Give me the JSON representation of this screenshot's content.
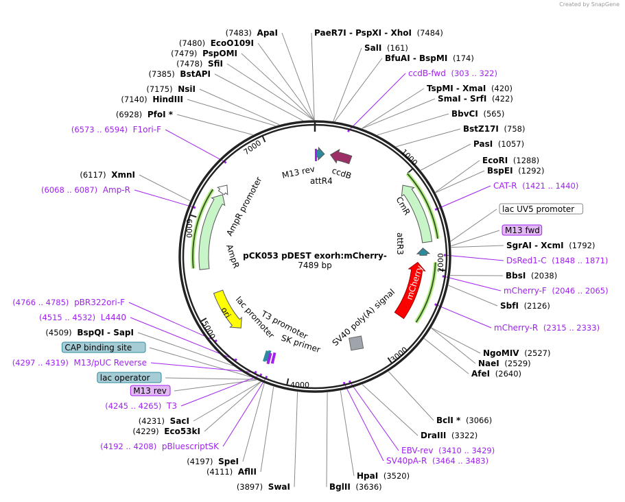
{
  "credit": "Created by SnapGene",
  "plasmid": {
    "name": "pCK053 pDEST exorh:mCherry-",
    "length_label": "7489 bp",
    "length": 7489
  },
  "ticks": [
    "1000",
    "2000",
    "3000",
    "4000",
    "5000",
    "6000",
    "7000"
  ],
  "labels": [
    {
      "type": "enzyme",
      "side": "left",
      "name": "ApaI",
      "pos": 7483,
      "num": "(7483)"
    },
    {
      "type": "enzyme",
      "side": "left",
      "name": "EcoO109I",
      "pos": 7480,
      "num": "(7480)"
    },
    {
      "type": "enzyme",
      "side": "left",
      "name": "PspOMI",
      "pos": 7479,
      "num": "(7479)"
    },
    {
      "type": "enzyme",
      "side": "left",
      "name": "SfiI",
      "pos": 7478,
      "num": "(7478)"
    },
    {
      "type": "enzyme",
      "side": "left",
      "name": "BstAPI",
      "pos": 7385,
      "num": "(7385)"
    },
    {
      "type": "enzyme",
      "side": "left",
      "name": "NsiI",
      "pos": 7175,
      "num": "(7175)"
    },
    {
      "type": "enzyme",
      "side": "left",
      "name": "HindIII",
      "pos": 7140,
      "num": "(7140)"
    },
    {
      "type": "enzyme",
      "side": "left",
      "name": "PfoI *",
      "pos": 6928,
      "num": "(6928)"
    },
    {
      "type": "primer",
      "side": "left",
      "name": "F1ori-F",
      "pos": 6583,
      "num": "(6573 .. 6594)"
    },
    {
      "type": "enzyme",
      "side": "left",
      "name": "XmnI",
      "pos": 6117,
      "num": "(6117)"
    },
    {
      "type": "primer",
      "side": "left",
      "name": "Amp-R",
      "pos": 6077,
      "num": "(6068 .. 6087)"
    },
    {
      "type": "primer",
      "side": "left",
      "name": "pBR322ori-F",
      "pos": 4775,
      "num": "(4766 .. 4785)"
    },
    {
      "type": "primer",
      "side": "left",
      "name": "L4440",
      "pos": 4523,
      "num": "(4515 .. 4532)"
    },
    {
      "type": "enzyme",
      "side": "left",
      "name": "BspQI  -  SapI",
      "pos": 4509,
      "num": "(4509)"
    },
    {
      "type": "box",
      "side": "left",
      "name": "CAP binding site",
      "pos": 4330,
      "color": "#a6cdd6",
      "stroke": "#2e8a9c"
    },
    {
      "type": "primer",
      "side": "left",
      "name": "M13/pUC Reverse",
      "pos": 4308,
      "num": "(4297 .. 4319)"
    },
    {
      "type": "box",
      "side": "left",
      "name": "lac operator",
      "pos": 4280,
      "color": "#a6cdd6",
      "stroke": "#2e8a9c"
    },
    {
      "type": "box",
      "side": "left",
      "name": "M13 rev",
      "pos": 4270,
      "color": "#e2b8f5",
      "stroke": "#a020f0"
    },
    {
      "type": "primer",
      "side": "left",
      "name": "T3",
      "pos": 4255,
      "num": "(4245 .. 4265)"
    },
    {
      "type": "enzyme",
      "side": "left",
      "name": "SacI",
      "pos": 4231,
      "num": "(4231)"
    },
    {
      "type": "enzyme",
      "side": "left",
      "name": "Eco53kI",
      "pos": 4229,
      "num": "(4229)"
    },
    {
      "type": "primer",
      "side": "left",
      "name": "pBluescriptSK",
      "pos": 4200,
      "num": "(4192 .. 4208)"
    },
    {
      "type": "enzyme",
      "side": "left",
      "name": "SpeI",
      "pos": 4197,
      "num": "(4197)"
    },
    {
      "type": "enzyme",
      "side": "left",
      "name": "AflII",
      "pos": 4111,
      "num": "(4111)"
    },
    {
      "type": "enzyme",
      "side": "left",
      "name": "SwaI",
      "pos": 3897,
      "num": "(3897)"
    },
    {
      "type": "enzyme",
      "side": "right",
      "name": "PaeR7I  -  PspXI  -  XhoI",
      "pos": 7484,
      "num": "(7484)"
    },
    {
      "type": "enzyme",
      "side": "right",
      "name": "SalI",
      "pos": 161,
      "num": "(161)"
    },
    {
      "type": "enzyme",
      "side": "right",
      "name": "BfuAI  -  BspMI",
      "pos": 174,
      "num": "(174)"
    },
    {
      "type": "primer",
      "side": "right",
      "name": "ccdB-fwd",
      "pos": 312,
      "num": "(303 .. 322)"
    },
    {
      "type": "enzyme",
      "side": "right",
      "name": "TspMI  -  XmaI",
      "pos": 420,
      "num": "(420)"
    },
    {
      "type": "enzyme",
      "side": "right",
      "name": "SmaI  -  SrfI",
      "pos": 422,
      "num": "(422)"
    },
    {
      "type": "enzyme",
      "side": "right",
      "name": "BbvCI",
      "pos": 565,
      "num": "(565)"
    },
    {
      "type": "enzyme",
      "side": "right",
      "name": "BstZ17I",
      "pos": 758,
      "num": "(758)"
    },
    {
      "type": "enzyme",
      "side": "right",
      "name": "PasI",
      "pos": 1057,
      "num": "(1057)"
    },
    {
      "type": "enzyme",
      "side": "right",
      "name": "EcoRI",
      "pos": 1288,
      "num": "(1288)"
    },
    {
      "type": "enzyme",
      "side": "right",
      "name": "BspEI",
      "pos": 1292,
      "num": "(1292)"
    },
    {
      "type": "primer",
      "side": "right",
      "name": "CAT-R",
      "pos": 1430,
      "num": "(1421 .. 1440)"
    },
    {
      "type": "box",
      "side": "right",
      "name": "lac UV5 promoter",
      "pos": 1740,
      "color": "#ffffff",
      "stroke": "#888888"
    },
    {
      "type": "box",
      "side": "right",
      "name": "M13 fwd",
      "pos": 1780,
      "color": "#e2b8f5",
      "stroke": "#a020f0"
    },
    {
      "type": "enzyme",
      "side": "right",
      "name": "SgrAI  -  XcmI",
      "pos": 1792,
      "num": "(1792)"
    },
    {
      "type": "primer",
      "side": "right",
      "name": "DsRed1-C",
      "pos": 1860,
      "num": "(1848 .. 1871)"
    },
    {
      "type": "enzyme",
      "side": "right",
      "name": "BbsI",
      "pos": 2038,
      "num": "(2038)"
    },
    {
      "type": "primer",
      "side": "right",
      "name": "mCherry-F",
      "pos": 2055,
      "num": "(2046 .. 2065)"
    },
    {
      "type": "enzyme",
      "side": "right",
      "name": "SbfI",
      "pos": 2126,
      "num": "(2126)"
    },
    {
      "type": "primer",
      "side": "right",
      "name": "mCherry-R",
      "pos": 2324,
      "num": "(2315 .. 2333)"
    },
    {
      "type": "enzyme",
      "side": "right",
      "name": "NgoMIV",
      "pos": 2527,
      "num": "(2527)"
    },
    {
      "type": "enzyme",
      "side": "right",
      "name": "NaeI",
      "pos": 2529,
      "num": "(2529)"
    },
    {
      "type": "enzyme",
      "side": "right",
      "name": "AfeI",
      "pos": 2640,
      "num": "(2640)"
    },
    {
      "type": "enzyme",
      "side": "right",
      "name": "BclI *",
      "pos": 3066,
      "num": "(3066)"
    },
    {
      "type": "enzyme",
      "side": "right",
      "name": "DraIII",
      "pos": 3322,
      "num": "(3322)"
    },
    {
      "type": "primer",
      "side": "right",
      "name": "EBV-rev",
      "pos": 3420,
      "num": "(3410 .. 3429)"
    },
    {
      "type": "primer",
      "side": "right",
      "name": "SV40pA-R",
      "pos": 3474,
      "num": "(3464 .. 3483)"
    },
    {
      "type": "enzyme",
      "side": "right",
      "name": "HpaI",
      "pos": 3520,
      "num": "(3520)"
    },
    {
      "type": "enzyme",
      "side": "right",
      "name": "BglII",
      "pos": 3636,
      "num": "(3636)"
    }
  ],
  "features": [
    {
      "name": "CmR",
      "start": 1060,
      "end": 1720,
      "dir": -1,
      "color": "#c8f5c8"
    },
    {
      "name": "mCherry",
      "start": 1940,
      "end": 2600,
      "dir": -1,
      "color": "#ff0000"
    },
    {
      "name": "AmpR",
      "start": 5480,
      "end": 6320,
      "dir": 1,
      "color": "#c8f5c8"
    },
    {
      "name": "ori",
      "start": 4700,
      "end": 5200,
      "dir": -1,
      "color": "#ffff00"
    },
    {
      "name": "ccdB",
      "start": 180,
      "end": 420,
      "dir": -1,
      "color": "#9b2f66"
    },
    {
      "name": "attR4",
      "start": 20,
      "end": 110,
      "dir": 1,
      "color": "#2e8a9c"
    },
    {
      "name": "attR3",
      "start": 1780,
      "end": 1860,
      "dir": -1,
      "color": "#2e8a9c"
    },
    {
      "name": "AmpR promoter",
      "start": 6330,
      "end": 6430,
      "dir": 1,
      "color": "#ffffff"
    },
    {
      "name": "SV40 poly(A) signal",
      "start": 3150,
      "end": 3280,
      "dir": 0,
      "color": "#a0a4ab"
    }
  ],
  "inner_labels": {
    "m13rev": "M13 rev",
    "attR4": "attR4",
    "ccdB": "ccdB",
    "CmR": "CmR",
    "attR3": "attR3",
    "mCherry": "mCherry",
    "ampr_promoter": "AmpR promoter",
    "AmpR": "AmpR",
    "ori": "ori",
    "lac_promoter": "lac promoter",
    "t3_promoter": "T3 promoter",
    "sk_primer": "SK primer",
    "sv40": "SV40 poly(A) signal"
  }
}
